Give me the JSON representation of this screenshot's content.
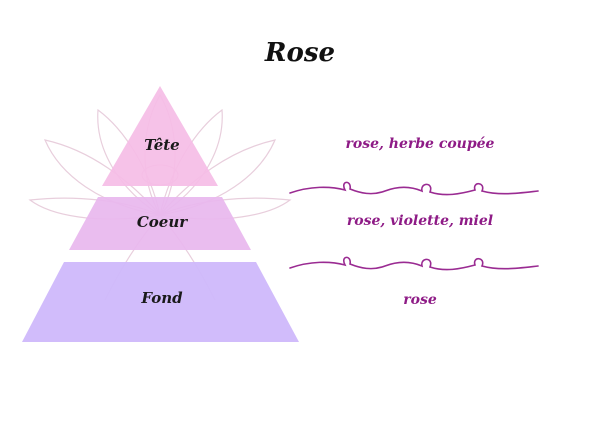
{
  "title": "Rose",
  "tiers": [
    {
      "label": "Tête",
      "notes": "rose, herbe coupée"
    },
    {
      "label": "Coeur",
      "notes": "rose, violette, miel"
    },
    {
      "label": "Fond",
      "notes": "rose"
    }
  ],
  "colors": {
    "top": "#f5bde6",
    "heart": "#e8b7ee",
    "base": "#cfb8fb",
    "notes_text": "#8e1b86",
    "flourish": "#9a2b92",
    "lotus_outline": "#e6c9d9"
  },
  "icons": {
    "background": "lotus-flower-outline",
    "divider": "swirl-flourish"
  }
}
